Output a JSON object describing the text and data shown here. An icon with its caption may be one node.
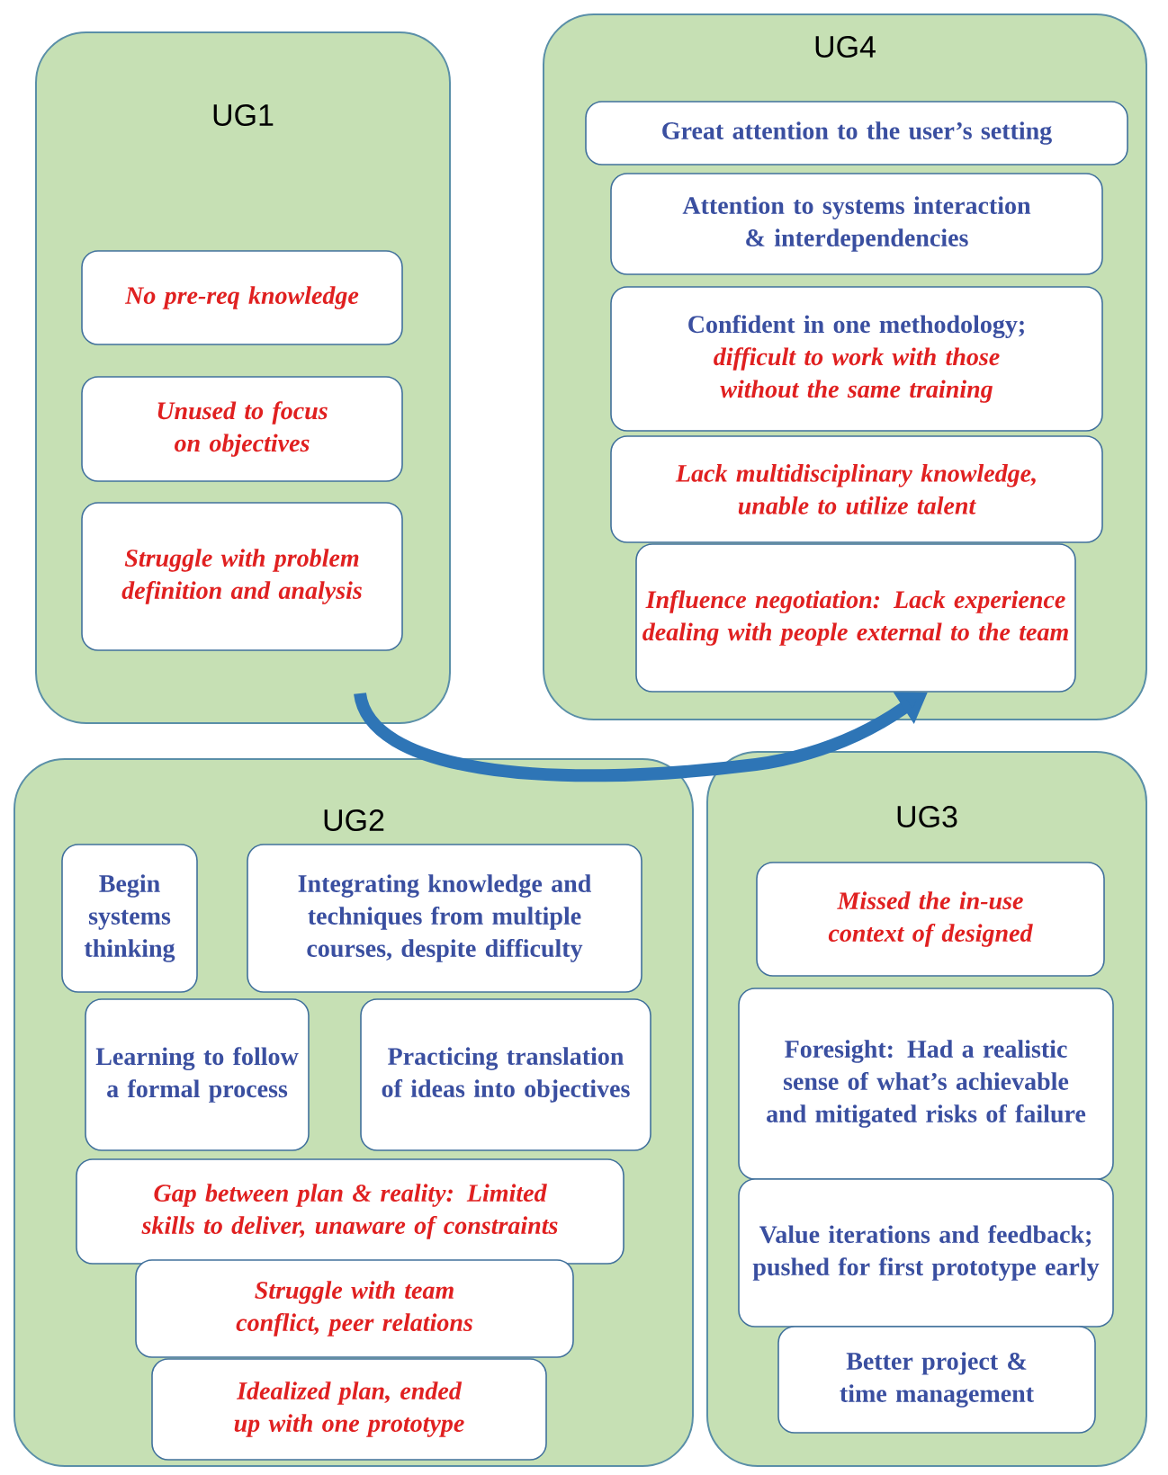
{
  "diagram": {
    "nodes": [
      {
        "text": [
          "UG1"
        ]
      },
      {
        "text": [
          "No pre-req knowledge"
        ],
        "in": 0
      },
      {
        "text": [
          "Unused to focus on objectives"
        ],
        "in": 0
      },
      {
        "text": [
          "Struggle with problem definition and analysis"
        ],
        "in": 0
      },
      {
        "text": [
          "UG4"
        ]
      },
      {
        "text": [
          "Great attention to the user’s setting"
        ],
        "in": 4
      },
      {
        "text": [
          "Attention to systems interaction & interdependencies"
        ],
        "in": 4
      },
      {
        "text": [
          "Confident in one methodology;",
          "difficult to work with those without the same training"
        ],
        "in": 4
      },
      {
        "text": [
          "Lack multidisciplinary knowledge, unable to utilize talent"
        ],
        "in": 4
      },
      {
        "text": [
          "Influence negotiation: Lack experience dealing with people external to the team"
        ],
        "in": 4
      },
      {
        "text": [
          "UG2"
        ]
      },
      {
        "text": [
          "Begin systems thinking"
        ],
        "in": 10
      },
      {
        "text": [
          "Integrating knowledge and techniques from multiple courses, despite difficulty"
        ],
        "in": 10
      },
      {
        "text": [
          "Learning to follow a formal process"
        ],
        "in": 10
      },
      {
        "text": [
          "Practicing translation of ideas into objectives"
        ],
        "in": 10
      },
      {
        "text": [
          "Gap between plan & reality: Limited skills to deliver, unaware of constraints"
        ],
        "in": 10
      },
      {
        "text": [
          "Struggle with team conflict, peer relations"
        ],
        "in": 10
      },
      {
        "text": [
          "Idealized plan, ended up with one prototype"
        ],
        "in": 10
      },
      {
        "text": [
          "UG3"
        ]
      },
      {
        "text": [
          "Missed the in-use context of designed"
        ],
        "in": 18
      },
      {
        "text": [
          "Foresight: Had a realistic sense of what’s achievable and mitigated risks of failure"
        ],
        "in": 18
      },
      {
        "text": [
          "Value iterations and feedback; pushed for first prototype early"
        ],
        "in": 18
      },
      {
        "text": [
          "Better project & time management"
        ],
        "in": 18
      }
    ],
    "edges": [
      {
        "from": 0,
        "to": 9,
        "arrow": "to",
        "color": "#2e75b6"
      }
    ]
  }
}
